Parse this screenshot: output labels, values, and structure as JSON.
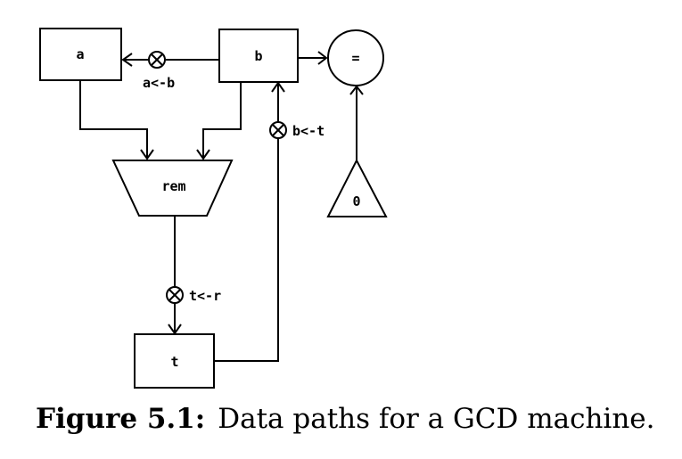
{
  "diagram": {
    "registers": {
      "a": "a",
      "b": "b",
      "t": "t"
    },
    "operations": {
      "rem": "rem"
    },
    "tests": {
      "equal": "="
    },
    "constants": {
      "zero": "0"
    },
    "buttons": {
      "a_from_b": "a<-b",
      "b_from_t": "b<-t",
      "t_from_r": "t<-r"
    }
  },
  "caption": {
    "label": "Figure 5.1:",
    "text": "Data paths for a GCD machine."
  }
}
